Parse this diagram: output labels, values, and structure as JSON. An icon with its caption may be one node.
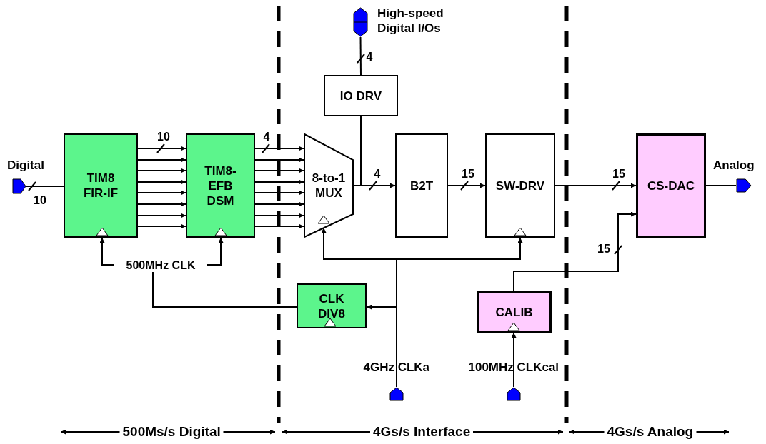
{
  "diagram": {
    "nodes": [
      {
        "text": [],
        "shape": "pentagon",
        "beside": [
          "Digital"
        ]
      },
      {
        "text": [
          "TIM8 FIR-IF"
        ]
      },
      {
        "text": [
          "TIM8- EFB DSM"
        ]
      },
      {
        "text": [
          "8-to-1 MUX"
        ]
      },
      {
        "text": [],
        "shape": "hexagon",
        "beside": [
          "High-speed Digital I/Os"
        ]
      },
      {
        "text": [
          "IO DRV"
        ]
      },
      {
        "text": [
          "B2T"
        ]
      },
      {
        "text": [
          "SW-DRV"
        ]
      },
      {
        "text": [
          "CS-DAC"
        ]
      },
      {
        "text": [],
        "shape": "pentagon",
        "beside": [
          "Analog"
        ]
      },
      {
        "text": [
          "CLK DIV8"
        ]
      },
      {
        "text": [
          "CALIB"
        ]
      },
      {
        "text": [],
        "shape": "pentagon",
        "beside": [
          "4GHz CLKa"
        ]
      },
      {
        "text": [],
        "shape": "pentagon",
        "beside": [
          "100MHz CLKcal"
        ]
      },
      {
        "text": [
          "500MHz CLK"
        ]
      }
    ],
    "edges": [
      {
        "from": 0,
        "to": 1,
        "arrow": "none",
        "label": "10"
      },
      {
        "from": 1,
        "to": 2,
        "arrow": "to",
        "label": "10"
      },
      {
        "from": 1,
        "to": 2,
        "arrow": "to"
      },
      {
        "from": 1,
        "to": 2,
        "arrow": "to"
      },
      {
        "from": 1,
        "to": 2,
        "arrow": "to"
      },
      {
        "from": 1,
        "to": 2,
        "arrow": "to"
      },
      {
        "from": 1,
        "to": 2,
        "arrow": "to"
      },
      {
        "from": 1,
        "to": 2,
        "arrow": "to"
      },
      {
        "from": 1,
        "to": 2,
        "arrow": "to"
      },
      {
        "from": 2,
        "to": 3,
        "arrow": "to",
        "label": "4"
      },
      {
        "from": 2,
        "to": 3,
        "arrow": "to"
      },
      {
        "from": 2,
        "to": 3,
        "arrow": "to"
      },
      {
        "from": 2,
        "to": 3,
        "arrow": "to"
      },
      {
        "from": 2,
        "to": 3,
        "arrow": "to"
      },
      {
        "from": 2,
        "to": 3,
        "arrow": "to"
      },
      {
        "from": 2,
        "to": 3,
        "arrow": "to"
      },
      {
        "from": 2,
        "to": 3,
        "arrow": "to"
      },
      {
        "from": 3,
        "to": 6,
        "arrow": "to",
        "label": "4"
      },
      {
        "from": 3,
        "to": 5,
        "arrow": "none"
      },
      {
        "from": 5,
        "to": 4,
        "arrow": "none",
        "label": "4"
      },
      {
        "from": 6,
        "to": 7,
        "arrow": "to",
        "label": "15"
      },
      {
        "from": 7,
        "to": 8,
        "arrow": "to",
        "label": "15"
      },
      {
        "from": 8,
        "to": 9,
        "arrow": "none"
      },
      {
        "from": 11,
        "to": 8,
        "arrow": "to",
        "label": "15"
      },
      {
        "from": 12,
        "to": 3,
        "arrow": "to"
      },
      {
        "from": 12,
        "to": 7,
        "arrow": "to"
      },
      {
        "from": 12,
        "to": 10,
        "arrow": "to"
      },
      {
        "from": 13,
        "to": 11,
        "arrow": "to"
      },
      {
        "from": 10,
        "to": 14,
        "arrow": "none"
      },
      {
        "from": 14,
        "to": 1,
        "arrow": "to"
      },
      {
        "from": 14,
        "to": 2,
        "arrow": "to"
      }
    ],
    "labels": [
      "500Ms/s Digital",
      "4Gs/s Interface",
      "4Gs/s Analog"
    ]
  }
}
